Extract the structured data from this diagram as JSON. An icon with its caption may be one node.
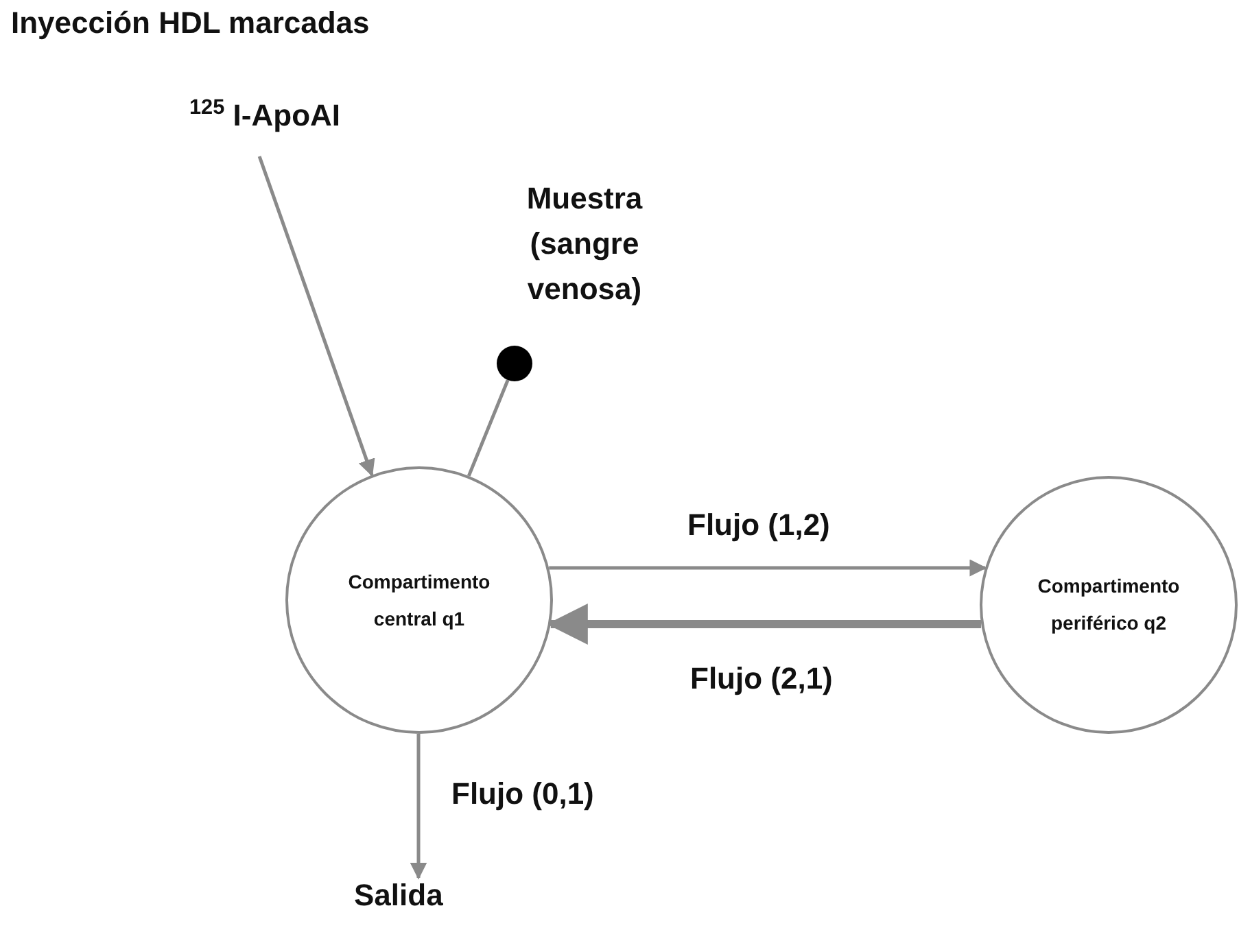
{
  "diagram": {
    "nodes": [
      {
        "text": [
          "Inyección HDL marcadas",
          "$^{125}$ I-ApoAI"
        ]
      },
      {
        "text": [],
        "shape": "circle",
        "beside": [
          "Muestra (sangre venosa)"
        ]
      },
      {
        "text": [
          "Compartimento central q1"
        ]
      },
      {
        "text": [
          "Compartimento periférico q2"
        ]
      },
      {
        "text": [
          "Salida"
        ]
      }
    ],
    "edges": [
      {
        "from": 0,
        "to": 2,
        "arrow": "to"
      },
      {
        "from": 2,
        "to": 1,
        "arrow": "none"
      },
      {
        "from": 2,
        "to": 3,
        "arrow": "to",
        "label": "Flujo (1,2)"
      },
      {
        "from": 3,
        "to": 2,
        "arrow": "to",
        "label": "Flujo (2,1)",
        "style": "thick"
      },
      {
        "from": 2,
        "to": 4,
        "arrow": "to",
        "label": "Flujo (0,1)"
      }
    ]
  }
}
